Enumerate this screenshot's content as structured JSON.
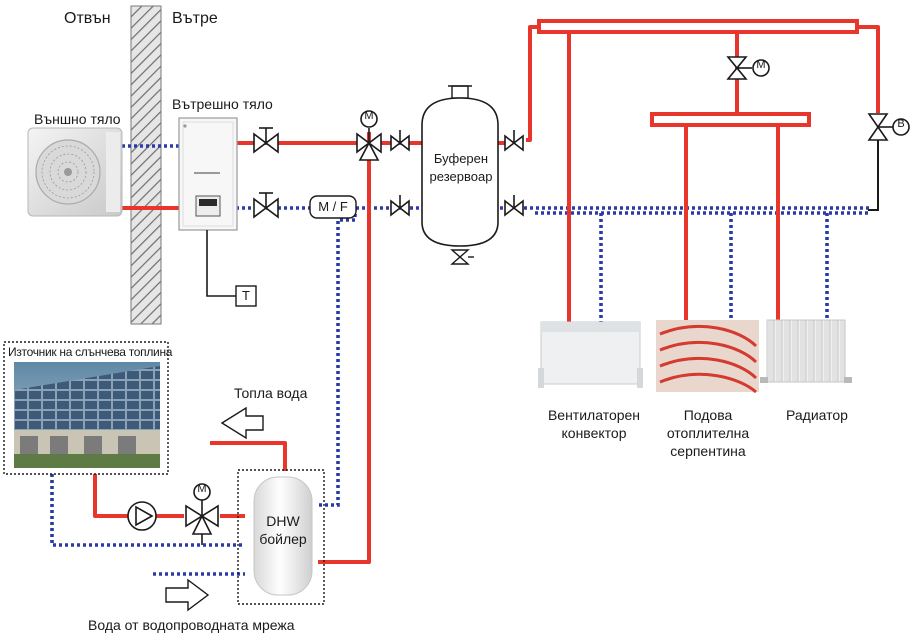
{
  "labels": {
    "outside": "Отвън",
    "inside": "Вътре",
    "outdoor_unit": "Външно тяло",
    "indoor_unit": "Вътрешно тяло",
    "buffer_tank_line1": "Буферен",
    "buffer_tank_line2": "резервоар",
    "mixing_valve_label": "M / F",
    "thermostat": "T",
    "solar_source": "Източник на слънчева топлина",
    "hot_water": "Топла вода",
    "dhw_line1": "DHW",
    "dhw_line2": "бойлер",
    "mains_water": "Вода от водопроводната мрежа",
    "fan_convector_line1": "Вентилаторен",
    "fan_convector_line2": "конвектор",
    "floor_heating_line1": "Подова",
    "floor_heating_line2": "отоплителна",
    "floor_heating_line3": "серпентина",
    "radiator": "Радиатор",
    "motor_symbol": "M",
    "bypass_symbol": "B"
  },
  "colors": {
    "supply_pipe": "#e8362c",
    "return_pipe": "#2a3aa8",
    "wall_hatch": "#6e6e6e"
  }
}
